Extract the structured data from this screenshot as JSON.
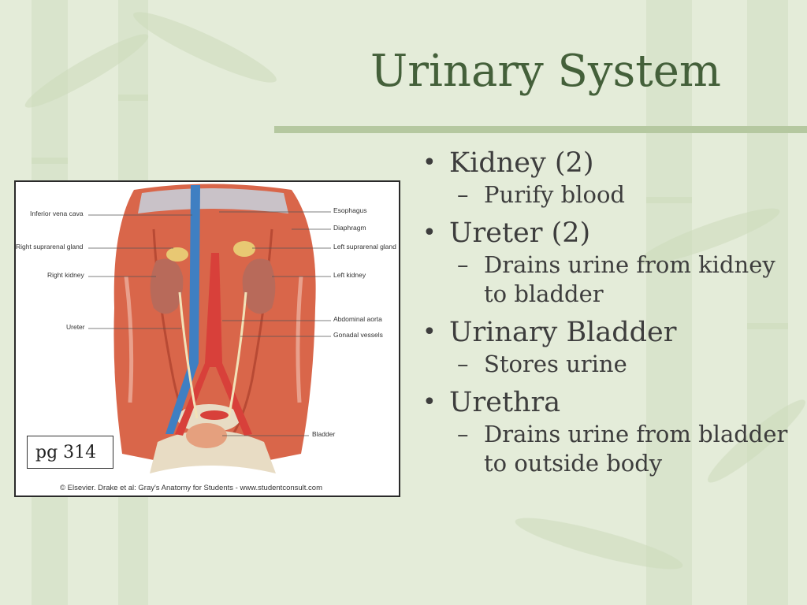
{
  "slide": {
    "title": "Urinary System",
    "page_ref": "pg 314",
    "bullets": [
      {
        "text": "Kidney (2)",
        "subs": [
          "Purify blood"
        ]
      },
      {
        "text": "Ureter (2)",
        "subs": [
          "Drains urine from kidney to bladder"
        ]
      },
      {
        "text": "Urinary Bladder",
        "subs": [
          "Stores urine"
        ]
      },
      {
        "text": "Urethra",
        "subs": [
          "Drains urine from bladder to outside body"
        ]
      }
    ]
  },
  "figure": {
    "labels": {
      "ivc": "Inferior vena cava",
      "right_suprarenal": "Right suprarenal gland",
      "right_kidney": "Right kidney",
      "ureter": "Ureter",
      "esophagus": "Esophagus",
      "diaphragm": "Diaphragm",
      "left_suprarenal": "Left suprarenal gland",
      "left_kidney": "Left kidney",
      "abdominal_aorta": "Abdominal aorta",
      "gonadal_vessels": "Gonadal vessels",
      "bladder": "Bladder"
    },
    "credit": "© Elsevier. Drake et al: Gray's Anatomy for Students - www.studentconsult.com"
  },
  "colors": {
    "background": "#e4ecd9",
    "title": "#44603a",
    "rule": "#b5c8a0",
    "text": "#3d3d3d",
    "muscle": "#d9664a",
    "vein": "#3f7fc2",
    "artery": "#d8403a",
    "kidney": "#b86a5a",
    "gland": "#e8c873"
  }
}
